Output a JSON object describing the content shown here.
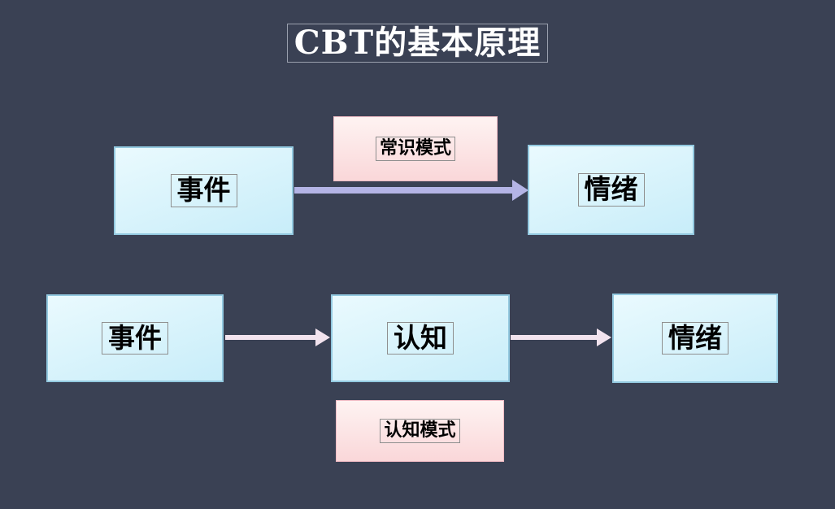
{
  "slide": {
    "title": "CBT的基本原理",
    "top_flow": {
      "connector_label": "常识模式",
      "nodes": [
        {
          "label": "事件"
        },
        {
          "label": "情绪"
        }
      ]
    },
    "bottom_flow": {
      "connector_label": "认知模式",
      "nodes": [
        {
          "label": "事件"
        },
        {
          "label": "认知"
        },
        {
          "label": "情绪"
        }
      ]
    },
    "icons": {
      "top_flow_arrow": "right-arrow-icon",
      "bottom_flow_arrows": "right-arrow-icon"
    },
    "colors": {
      "background": "#3a4154",
      "node_fill_top": "#eafafe",
      "node_fill_bottom": "#c8edf9",
      "node_border": "#93c9e0",
      "label_fill_top": "#fef3f2",
      "label_fill_bottom": "#fad7d9",
      "label_border": "#eebac3",
      "arrow_top_flow": "#b4b4e6",
      "arrow_bottom_flow": "#f2e3ee",
      "node_text": "#000000",
      "title_text": "#ffffff"
    }
  }
}
